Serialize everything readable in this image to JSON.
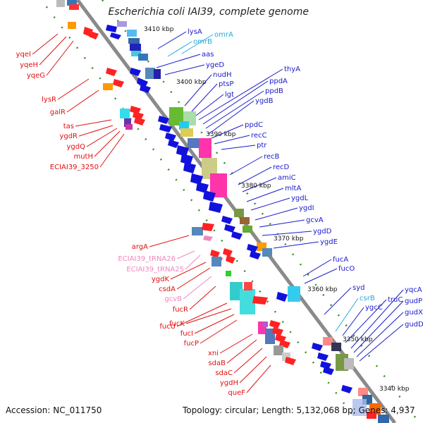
{
  "title": "Escherichia coli IAI39, complete genome",
  "accession": "Accession: NC_011750",
  "summary": "Topology: circular; Length: 5,132,068 bp; Genes: 4,937",
  "ticks": [
    "3410 kbp",
    "3400 kbp",
    "3390 kbp",
    "3380 kbp",
    "3370 kbp",
    "3360 kbp",
    "3350 kbp",
    "3340 kbp"
  ],
  "colors": {
    "plus_label": "#1a1acc",
    "minus_label": "#e01010",
    "rna_label": "#ee88bb",
    "teal_label": "#22aadd",
    "backbone": "#888888"
  },
  "labels_right": [
    "lysA",
    "omrA",
    "omrB",
    "aas",
    "ygeD",
    "nudH",
    "ptsP",
    "lgt",
    "thyA",
    "ppdA",
    "ppdB",
    "ygdB",
    "ppdC",
    "recC",
    "ptr",
    "recB",
    "recD",
    "amiC",
    "mltA",
    "ygdL",
    "ygdI",
    "gcvA",
    "ygdD",
    "ygdE",
    "fucA",
    "fucO",
    "syd",
    "csrB",
    "ygcC",
    "truC",
    "yqcA",
    "gudP",
    "gudX",
    "gudD"
  ],
  "labels_left": [
    "yqeI",
    "yqeH",
    "yqeG",
    "lysR",
    "galR",
    "tas",
    "ygdR",
    "ygdQ",
    "mutH",
    "ECIAI39_3250",
    "argA",
    "ECIAI39_tRNA26",
    "ECIAI39_tRNA25",
    "ygdK",
    "csdA",
    "gcvB",
    "fucR",
    "fucU",
    "fucK",
    "fucI",
    "fucP",
    "xni",
    "sdaB",
    "sdaC",
    "ygdH",
    "queF"
  ]
}
